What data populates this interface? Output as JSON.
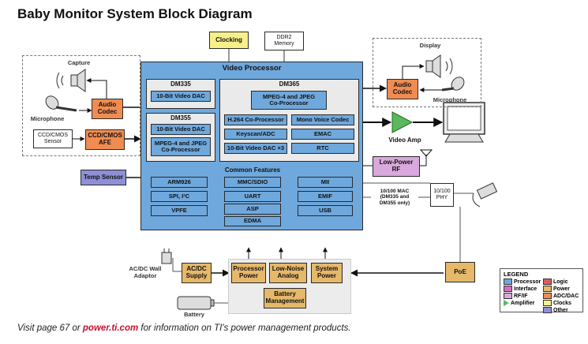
{
  "title": "Baby Monitor System Block Diagram",
  "blocks": {
    "clocking": "Clocking",
    "ddr2": "DDR2\nMemory",
    "video_processor": "Video Processor",
    "dm335": "DM335",
    "dm335_dac": "10-Bit Video DAC",
    "dm355": "DM355",
    "dm355_dac": "10-Bit Video DAC",
    "dm355_mpeg": "MPEG-4 and JPEG\nCo-Processor",
    "dm365": "DM365",
    "dm365_mpeg": "MPEG-4 and JPEG\nCo-Processor",
    "h264": "H.264 Co-Processor",
    "mono_codec": "Mono Voice Codec",
    "keyscan": "Keyscan/ADC",
    "emac": "EMAC",
    "dac_x3": "10-Bit Video DAC ×3",
    "rtc": "RTC",
    "common_features": "Common Features",
    "arm926": "ARM926",
    "mmc": "MMC/SDIO",
    "mii": "MII",
    "spi": "SPI, I²C",
    "uart": "UART",
    "emif": "EMIF",
    "vpfe": "VPFE",
    "asp": "ASP",
    "usb": "USB",
    "edma": "EDMA",
    "capture": "Capture",
    "audio_codec_l": "Audio\nCodec",
    "microphone_l": "Microphone",
    "ccd_sensor": "CCD/CMOS\nSensor",
    "ccd_afe": "CCD/CMOS\nAFE",
    "temp_sensor": "Temp Sensor",
    "display": "Display",
    "audio_codec_r": "Audio\nCodec",
    "microphone_r": "Microphone",
    "video_amp": "Video Amp",
    "low_power_rf": "Low-Power\nRF",
    "mac_note": "10/100 MAC\n(DM335 and\nDM355 only)",
    "phy": "10/100\nPHY",
    "poe": "PoE",
    "ac_dc_adaptor": "AC/DC Wall\nAdaptor",
    "ac_dc_supply": "AC/DC\nSupply",
    "processor_power": "Processor\nPower",
    "low_noise_analog": "Low-Noise\nAnalog",
    "system_power": "System\nPower",
    "battery_management": "Battery\nManagement",
    "battery": "Battery"
  },
  "legend": {
    "title": "LEGEND",
    "items": [
      {
        "label": "Processor",
        "color": "#6fa8dc"
      },
      {
        "label": "Interface",
        "color": "#d36fc0"
      },
      {
        "label": "RF/IF",
        "color": "#d9a8dc"
      },
      {
        "label": "Amplifier",
        "color": "#5cb85c"
      },
      {
        "label": "Logic",
        "color": "#e05a5a"
      },
      {
        "label": "Power",
        "color": "#e6b86a"
      },
      {
        "label": "ADC/DAC",
        "color": "#f08c52"
      },
      {
        "label": "Clocks",
        "color": "#f7f08a"
      },
      {
        "label": "Other",
        "color": "#8f8fd8"
      }
    ]
  },
  "footer": {
    "prefix": "Visit page 67 or ",
    "link": "power.ti.com",
    "suffix": " for information on TI's power management products."
  }
}
